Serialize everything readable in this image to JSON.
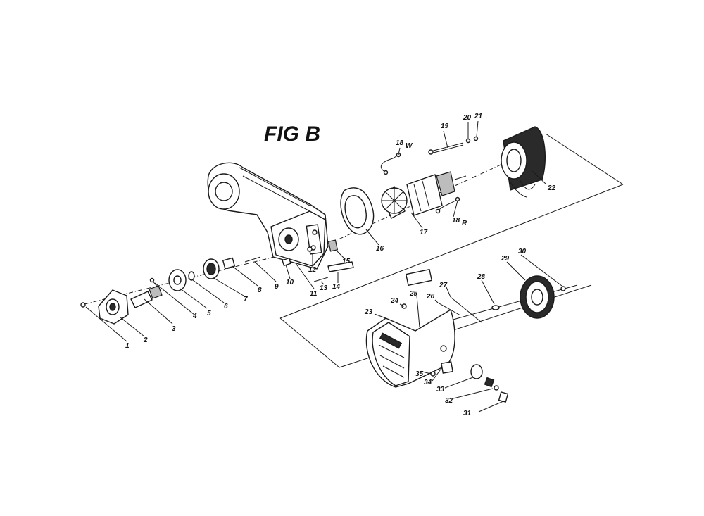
{
  "figure": {
    "title": "FIG B"
  },
  "callouts": [
    {
      "id": "c1",
      "text": "1"
    },
    {
      "id": "c2",
      "text": "2"
    },
    {
      "id": "c3",
      "text": "3"
    },
    {
      "id": "c4",
      "text": "4"
    },
    {
      "id": "c5",
      "text": "5"
    },
    {
      "id": "c6",
      "text": "6"
    },
    {
      "id": "c7",
      "text": "7"
    },
    {
      "id": "c8",
      "text": "8"
    },
    {
      "id": "c9",
      "text": "9"
    },
    {
      "id": "c10",
      "text": "10"
    },
    {
      "id": "c11",
      "text": "11"
    },
    {
      "id": "c12",
      "text": "12"
    },
    {
      "id": "c13",
      "text": "13"
    },
    {
      "id": "c14",
      "text": "14"
    },
    {
      "id": "c15",
      "text": "15"
    },
    {
      "id": "c16",
      "text": "16"
    },
    {
      "id": "c17",
      "text": "17"
    },
    {
      "id": "c18w",
      "text": "18"
    },
    {
      "id": "c18r",
      "text": "18"
    },
    {
      "id": "c19",
      "text": "19"
    },
    {
      "id": "c20",
      "text": "20"
    },
    {
      "id": "c21",
      "text": "21"
    },
    {
      "id": "c22",
      "text": "22"
    },
    {
      "id": "c23",
      "text": "23"
    },
    {
      "id": "c24",
      "text": "24"
    },
    {
      "id": "c25",
      "text": "25"
    },
    {
      "id": "c26",
      "text": "26"
    },
    {
      "id": "c27",
      "text": "27"
    },
    {
      "id": "c28",
      "text": "28"
    },
    {
      "id": "c29",
      "text": "29"
    },
    {
      "id": "c30",
      "text": "30"
    },
    {
      "id": "c31",
      "text": "31"
    },
    {
      "id": "c32",
      "text": "32"
    },
    {
      "id": "c33",
      "text": "33"
    },
    {
      "id": "c34",
      "text": "34"
    },
    {
      "id": "c35",
      "text": "35"
    }
  ],
  "wire_tags": {
    "white": "W",
    "red": "R"
  }
}
